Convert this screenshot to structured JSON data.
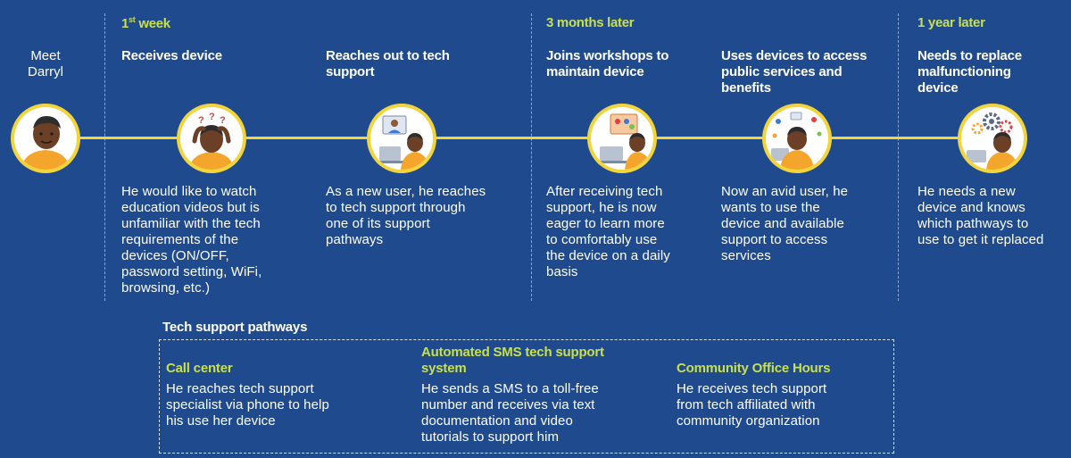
{
  "meet": {
    "line1": "Meet",
    "line2": "Darryl"
  },
  "phases": {
    "week_num": "1",
    "week_sup": "st",
    "week_rest": " week",
    "months": "3 months later",
    "year": "1 year later"
  },
  "steps": [
    {
      "heading": "Receives device",
      "desc_lines": [
        "He would like to watch",
        "education videos but is",
        "unfamiliar with the tech",
        "requirements of the",
        "devices (ON/OFF,",
        "password setting, WiFi,",
        "browsing, etc.)"
      ]
    },
    {
      "heading": "Reaches out to tech support",
      "desc_lines": [
        "As a new user, he reaches",
        "to tech support through",
        "one of its support",
        "pathways"
      ]
    },
    {
      "heading": "Joins workshops to maintain device",
      "desc_lines": [
        "After receiving tech",
        "support, he is now",
        "eager to learn more",
        "to comfortably use",
        "the device on a daily",
        "basis"
      ]
    },
    {
      "heading": "Uses devices to access public services and benefits",
      "desc_lines": [
        "Now an avid user, he",
        "wants to use the",
        "device and available",
        "support to access",
        "services"
      ]
    },
    {
      "heading": "Needs to replace malfunctioning device",
      "desc_lines": [
        "He needs a new",
        "device and knows",
        "which pathways to",
        "use to get it replaced"
      ]
    }
  ],
  "pathways": {
    "title": "Tech support pathways",
    "items": [
      {
        "heading": "Call center",
        "desc_lines": [
          "He reaches tech support",
          "specialist via phone to help",
          "his use her device"
        ]
      },
      {
        "heading": "Automated SMS tech support system",
        "desc_lines": [
          "He sends a SMS to a toll-free",
          "number and receives via text",
          "documentation and video",
          "tutorials to support him"
        ]
      },
      {
        "heading": "Community Office Hours",
        "desc_lines": [
          "He receives tech support",
          "from tech affiliated with",
          "community organization"
        ]
      }
    ]
  },
  "icons": [
    "darryl-portrait-icon",
    "confused-person-icon",
    "video-call-icon",
    "workshop-icon",
    "services-icon",
    "gears-icon"
  ],
  "colors": {
    "background": "#1f4b8e",
    "accent": "#c8e04a",
    "timeline": "#f2d43d"
  }
}
